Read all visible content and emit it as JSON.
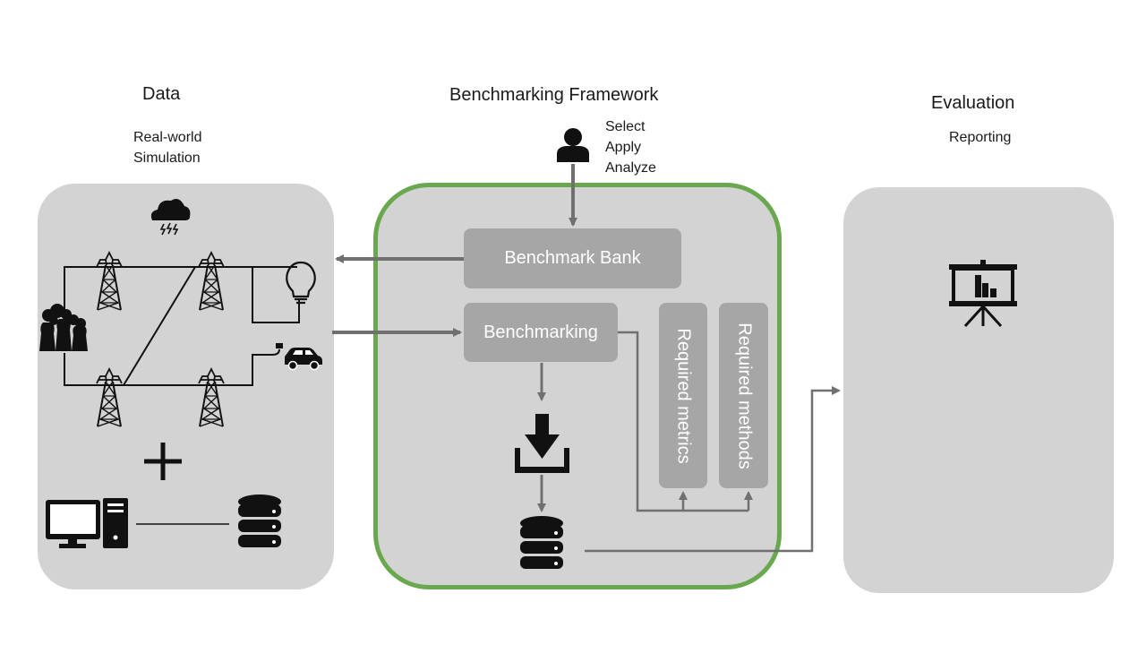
{
  "columns": {
    "data": {
      "title": "Data",
      "subtitle": "Real-world\nSimulation"
    },
    "framework": {
      "title": "Benchmarking Framework",
      "user_actions": "Select\nApply\nAnalyze"
    },
    "evaluation": {
      "title": "Evaluation",
      "subtitle": "Reporting"
    }
  },
  "framework_boxes": {
    "benchmark_bank": "Benchmark Bank",
    "benchmarking": "Benchmarking",
    "required_metrics": "Required metrics",
    "required_methods": "Required methods"
  },
  "colors": {
    "panel": "#d3d3d3",
    "box": "#a6a6a6",
    "framework_border": "#6aa84f",
    "arrow": "#707070",
    "icon": "#111111"
  },
  "icons": [
    "storm-cloud-icon",
    "power-plant-icon",
    "transmission-tower-icon",
    "light-bulb-icon",
    "electric-car-icon",
    "plus-icon",
    "computer-icon",
    "database-icon",
    "user-icon",
    "download-icon",
    "presentation-chart-icon"
  ]
}
